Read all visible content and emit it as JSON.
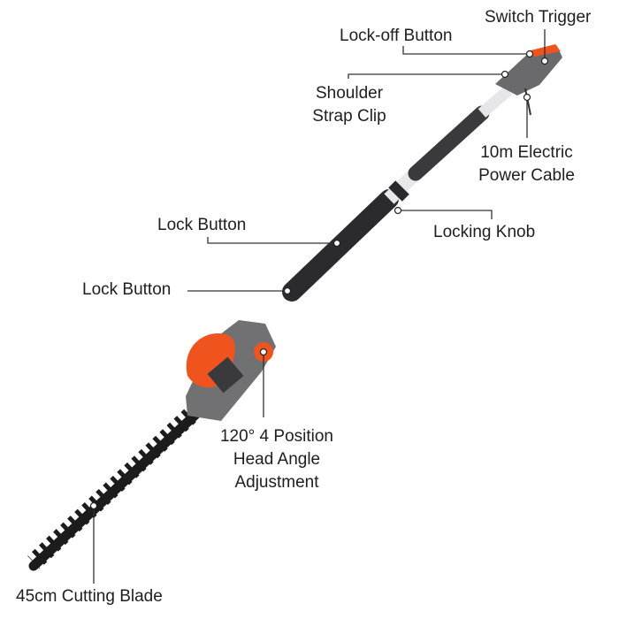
{
  "title": "Pole Hedge Trimmer Features",
  "labels": {
    "switch_trigger": "Switch Trigger",
    "lock_off_button": "Lock-off Button",
    "shoulder_strap_clip": [
      "Shoulder",
      "Strap Clip"
    ],
    "power_cable": [
      "10m Electric",
      "Power Cable"
    ],
    "locking_knob": "Locking Knob",
    "lock_button_upper": "Lock Button",
    "lock_button_lower": "Lock Button",
    "head_angle": [
      "120° 4 Position",
      "Head Angle",
      "Adjustment"
    ],
    "cutting_blade": "45cm Cutting Blade"
  },
  "colors": {
    "accent": "#f0541e",
    "body_grey": "#6e6e70",
    "dark": "#2a2a2c",
    "line": "#333333"
  }
}
